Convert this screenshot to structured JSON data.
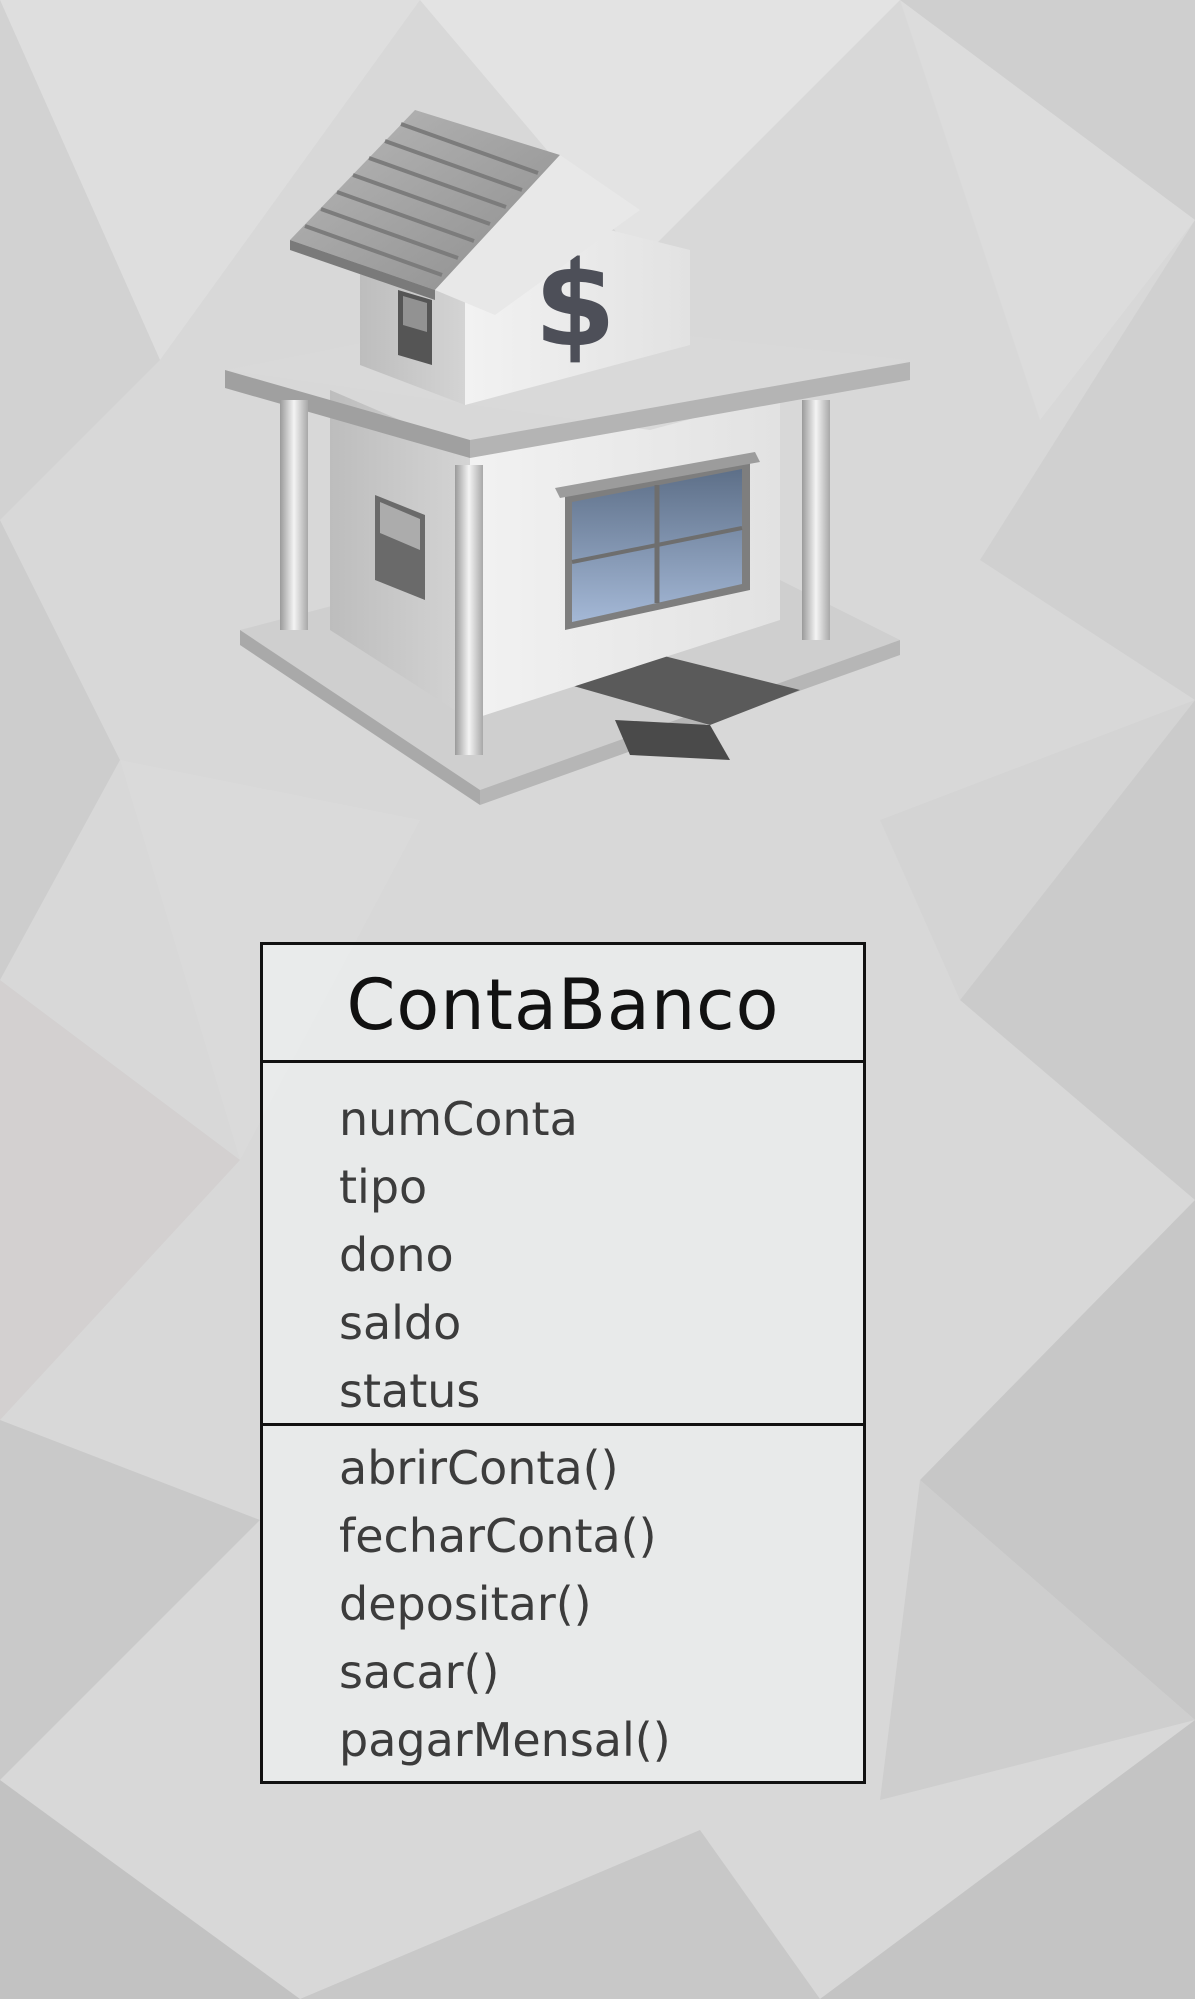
{
  "uml_class": {
    "name": "ContaBanco",
    "attributes": [
      "numConta",
      "tipo",
      "dono",
      "saldo",
      "status"
    ],
    "methods": [
      "abrirConta()",
      "fecharConta()",
      "depositar()",
      "sacar()",
      "pagarMensal()"
    ]
  },
  "illustration": {
    "icon": "bank-building-icon",
    "roof_symbol": "$"
  },
  "colors": {
    "background": "#d6d6d6",
    "box_border": "#111111",
    "text": "#3c3c3c",
    "door_glass": "#8aa2c4"
  }
}
